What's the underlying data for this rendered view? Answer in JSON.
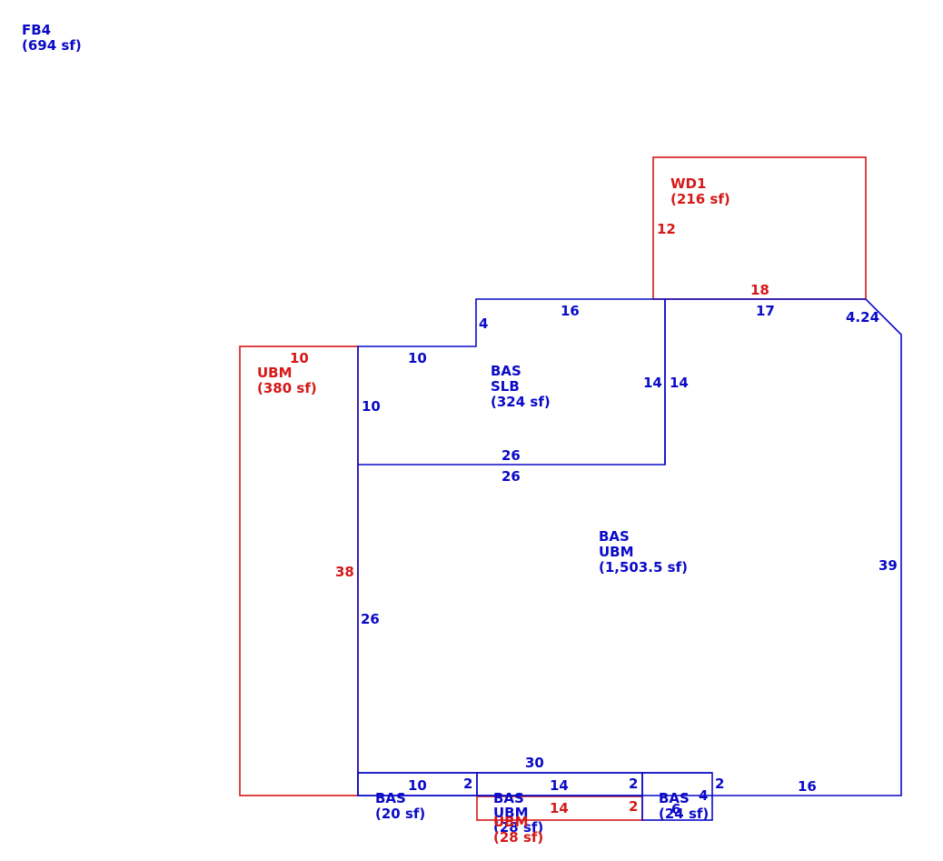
{
  "colors": {
    "blue": "#0a0ac8",
    "red": "#d51818"
  },
  "summary": {
    "code": "FB4",
    "area": "(694 sf)"
  },
  "areas": {
    "wd1": {
      "code": "WD1",
      "area": "(216 sf)"
    },
    "ubm_left": {
      "code": "UBM",
      "area": "(380 sf)"
    },
    "bas_slb": {
      "code1": "BAS",
      "code2": "SLB",
      "area": "(324 sf)"
    },
    "bas_ubm_main": {
      "code1": "BAS",
      "code2": "UBM",
      "area": "(1,503.5 sf)"
    },
    "bas_small_left": {
      "code": "BAS",
      "area": "(20 sf)"
    },
    "bas_ubm_bottom": {
      "code1": "BAS",
      "code2": "UBM",
      "area": "(28 sf)"
    },
    "ubm_bottom_red": {
      "code": "UBM",
      "area": "(28 sf)"
    },
    "bas_small_right": {
      "code": "BAS",
      "area": "(24 sf)"
    }
  },
  "dimensions": {
    "wd1_left": "12",
    "wd1_bottom": "18",
    "ubm_top": "10",
    "ubm_right": "38",
    "slb_step_vertical": "4",
    "slb_top": "16",
    "slb_left_top": "10",
    "slb_left_side": "10",
    "slb_right_inner": "14",
    "slb_right_outer": "14",
    "slb_bottom": "26",
    "main_top_mid": "26",
    "main_top_right": "17",
    "main_diagonal": "4.24",
    "main_right": "39",
    "main_left": "26",
    "main_bottom_right": "16",
    "bottom_strip_top": "30",
    "strip_left_bottom": "10",
    "strip_left_right": "2",
    "strip_mid_top": "14",
    "strip_mid_right": "2",
    "red_strip_bottom": "14",
    "red_strip_right": "2",
    "strip_right_right": "2",
    "strip_right_side": "4",
    "strip_right_bottom": "6"
  }
}
